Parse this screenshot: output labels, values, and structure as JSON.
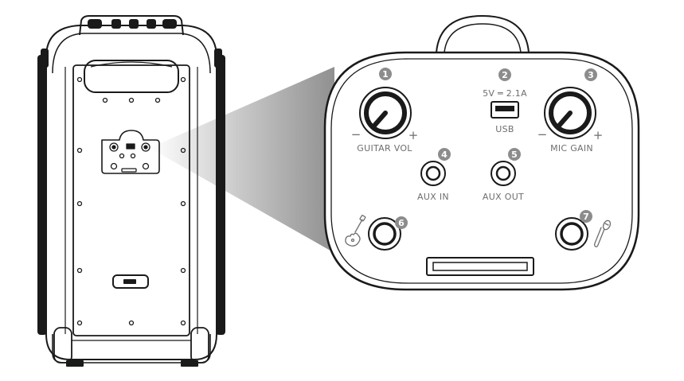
{
  "panel": {
    "guitar_vol": {
      "number": "1",
      "label": "GUITAR VOL",
      "minus": "−",
      "plus": "+"
    },
    "usb": {
      "number": "2",
      "rating": "5V ═ 2.1A",
      "label": "USB"
    },
    "mic_gain": {
      "number": "3",
      "label": "MIC GAIN",
      "minus": "−",
      "plus": "+"
    },
    "aux_in": {
      "number": "4",
      "label": "AUX IN"
    },
    "aux_out": {
      "number": "5",
      "label": "AUX OUT"
    },
    "guitar_input": {
      "number": "6",
      "icon": "guitar-icon"
    },
    "mic_input": {
      "number": "7",
      "icon": "microphone-icon"
    }
  },
  "colors": {
    "line": "#1a1a1a",
    "badge": "#8c8c8c",
    "label": "#6e6e6e",
    "zoom_beam": "#9a9a9a"
  }
}
